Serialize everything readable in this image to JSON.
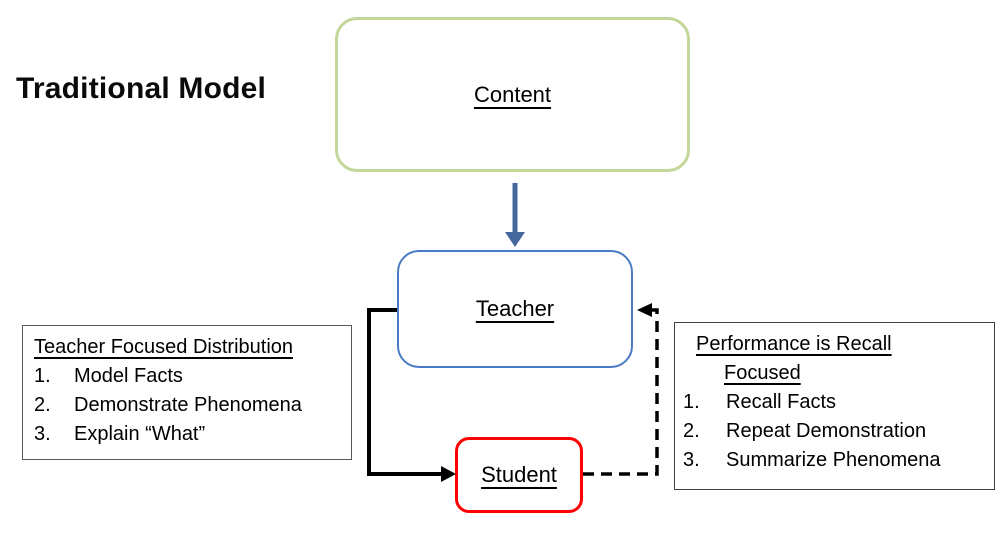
{
  "title": "Traditional Model",
  "colors": {
    "content_border": "#C4D79B",
    "teacher_border": "#4B7BC4",
    "student_border": "#FF0000",
    "flow_arrow": "#44679C",
    "line_color": "#000000",
    "left_box_border": "#595959",
    "right_box_border": "#404040",
    "text_color": "#000000"
  },
  "nodes": {
    "content": {
      "label": "Content"
    },
    "teacher": {
      "label": "Teacher"
    },
    "student": {
      "label": "Student"
    }
  },
  "left_box": {
    "title": "Teacher Focused Distribution",
    "items": [
      {
        "number": "1.",
        "text": "Model Facts"
      },
      {
        "number": "2.",
        "text": "Demonstrate Phenomena"
      },
      {
        "number": "3.",
        "text": "Explain “What”"
      }
    ]
  },
  "right_box": {
    "title_line1": "Performance is Recall",
    "title_line2": "Focused",
    "items": [
      {
        "number": "1.",
        "text": "Recall Facts"
      },
      {
        "number": "2.",
        "text": "Repeat Demonstration"
      },
      {
        "number": "3.",
        "text": "Summarize Phenomena"
      }
    ]
  }
}
